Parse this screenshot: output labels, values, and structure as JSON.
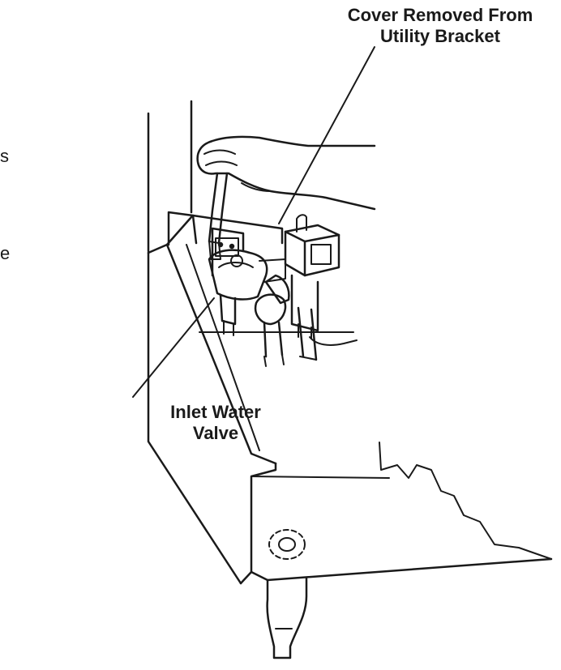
{
  "callouts": {
    "cover_removed": {
      "line1": "Cover Removed From",
      "line2": "Utility Bracket"
    },
    "inlet_water_valve": {
      "line1": "Inlet Water",
      "line2": "Valve"
    }
  },
  "cropped_text": {
    "fragment_1": "s",
    "fragment_2": "e"
  },
  "colors": {
    "ink": "#1a1a1a",
    "paper": "#ffffff"
  }
}
